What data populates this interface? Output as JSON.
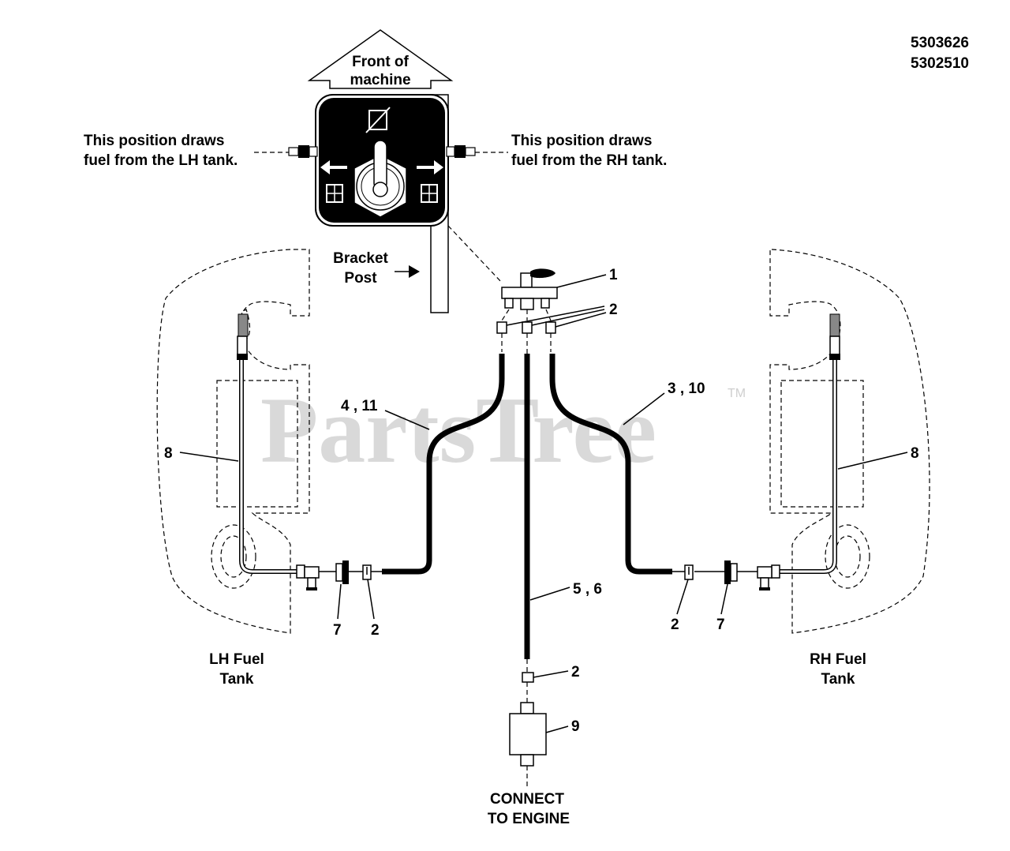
{
  "diagram": {
    "part_numbers": [
      "5303626",
      "5302510"
    ],
    "front_arrow": [
      "Front of",
      "machine"
    ],
    "lh_note": [
      "This position draws",
      "fuel from the LH tank."
    ],
    "rh_note": [
      "This position draws",
      "fuel from the RH tank."
    ],
    "bracket": [
      "Bracket",
      "Post"
    ],
    "lh_tank": [
      "LH Fuel",
      "Tank"
    ],
    "rh_tank": [
      "RH Fuel",
      "Tank"
    ],
    "engine": [
      "CONNECT",
      "TO ENGINE"
    ],
    "watermark": "PartsTree",
    "trademark": "TM",
    "callouts": {
      "valve": "1",
      "clamps_top": "2",
      "rh_hose": "3 , 10",
      "lh_hose": "4 , 11",
      "center_hose": "5 , 6",
      "lh_tube": "8",
      "rh_tube": "8",
      "lh_fitting": "7",
      "lh_clamp": "2",
      "rh_clamp": "2",
      "rh_fitting": "7",
      "bottom_clamp": "2",
      "filter": "9"
    }
  }
}
